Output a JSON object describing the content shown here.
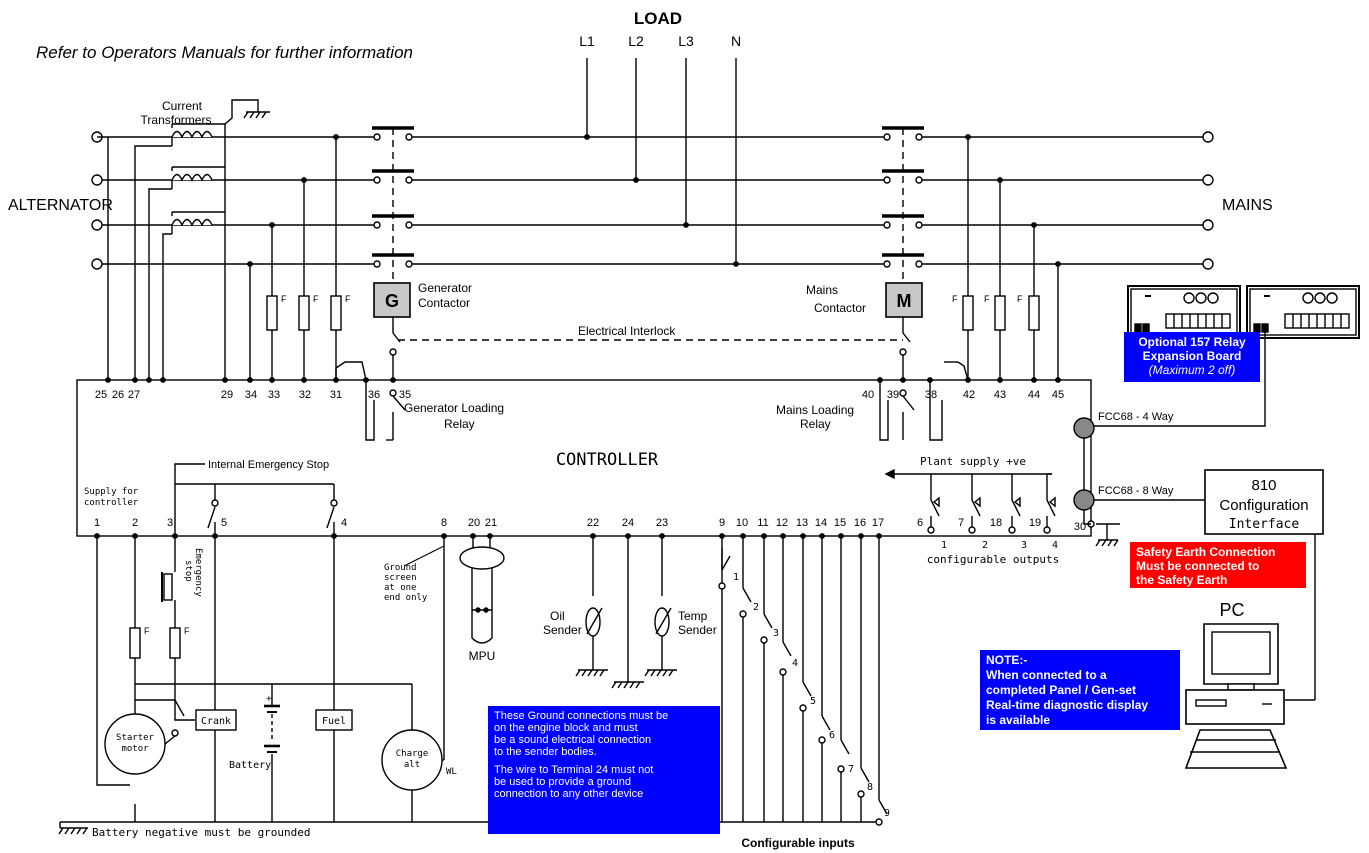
{
  "header": {
    "load": "LOAD",
    "refer": "Refer to Operators Manuals for further information"
  },
  "phases": [
    "L1",
    "L2",
    "L3",
    "N"
  ],
  "sides": {
    "alternator": "ALTERNATOR",
    "mains": "MAINS"
  },
  "ct": {
    "line1": "Current",
    "line2": "Transformers"
  },
  "gen_contactor": {
    "letter": "G",
    "line1": "Generator",
    "line2": "Contactor"
  },
  "mains_contactor": {
    "letter": "M",
    "line1": "Mains",
    "line2": "Contactor"
  },
  "interlock": "Electrical Interlock",
  "fuse_label": "F",
  "controller": "CONTROLLER",
  "gen_loading_relay": {
    "line1": "Generator Loading",
    "line2": "Relay"
  },
  "mains_loading_relay": {
    "line1": "Mains Loading",
    "line2": "Relay"
  },
  "top_terminals": [
    "25",
    "26",
    "27",
    "29",
    "34",
    "33",
    "32",
    "31",
    "36",
    "35",
    "40",
    "39",
    "38",
    "42",
    "43",
    "44",
    "45"
  ],
  "bottom_terminals": [
    "1",
    "2",
    "3",
    "5",
    "4",
    "8",
    "20",
    "21",
    "22",
    "24",
    "23",
    "9",
    "10",
    "11",
    "12",
    "13",
    "14",
    "15",
    "16",
    "17",
    "6",
    "7",
    "18",
    "19",
    "30"
  ],
  "supply": {
    "line1": "Supply for",
    "line2": "controller"
  },
  "internal_estop": "Internal Emergency Stop",
  "plant_supply": "Plant supply +ve",
  "outputs": {
    "numbers": [
      "1",
      "2",
      "3",
      "4"
    ],
    "label": "configurable outputs"
  },
  "inputs": {
    "numbers": [
      "1",
      "2",
      "3",
      "4",
      "5",
      "6",
      "7",
      "8",
      "9"
    ],
    "label": "Configurable inputs"
  },
  "estop_lines": [
    "Emergency",
    "stop"
  ],
  "ground_screen": [
    "Ground",
    "screen",
    "at one",
    "end only"
  ],
  "mpu": "MPU",
  "oil_sender": [
    "Oil",
    "Sender"
  ],
  "temp_sender": [
    "Temp",
    "Sender"
  ],
  "starter": [
    "Starter",
    "motor"
  ],
  "crank": "Crank",
  "battery": "Battery",
  "battery_plus": "+",
  "fuel": "Fuel",
  "charge_alt": [
    "Charge",
    "alt"
  ],
  "wl": "WL",
  "battery_note": "Battery negative must be grounded",
  "ground_note": {
    "lines": [
      "These Ground connections must be",
      "on the engine block and must",
      "be a sound electrical connection",
      "to the sender bodies.",
      "The wire to Terminal 24 must not",
      "be used to provide a ground",
      "connection to any other device"
    ],
    "color": "#0000ff"
  },
  "relay_board": {
    "lines": [
      "Optional 157 Relay",
      "Expansion Board",
      "(Maximum 2 off)"
    ],
    "color": "#0000ff"
  },
  "fcc_4": "FCC68 - 4 Way",
  "fcc_8": "FCC68 - 8 Way",
  "config_interface": [
    "810",
    "Configuration",
    "Interface"
  ],
  "safety_earth": {
    "lines": [
      "Safety Earth Connection",
      "Must be connected to",
      "the Safety Earth"
    ],
    "color": "#ff0000"
  },
  "pc": "PC",
  "pc_note": {
    "lines": [
      "NOTE:-",
      "When connected to a",
      "completed Panel / Gen-set",
      "Real-time diagnostic display",
      "is available"
    ],
    "color": "#0000ff"
  }
}
